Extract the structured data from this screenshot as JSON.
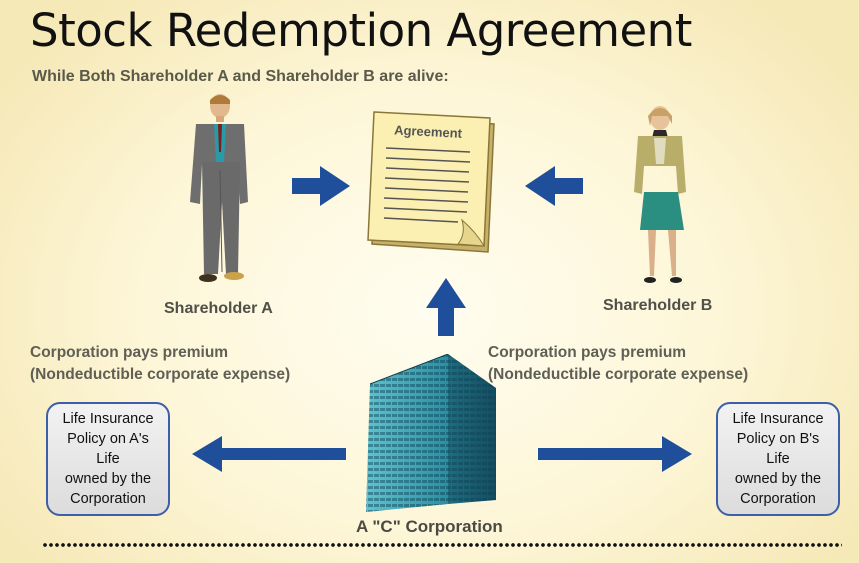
{
  "title": "Stock Redemption Agreement",
  "subtitle": "While Both Shareholder A and Shareholder B are alive:",
  "agreement_label": "Agreement",
  "shareholder_a": "Shareholder A",
  "shareholder_b": "Shareholder B",
  "premium_left": {
    "line1": "Corporation pays premium",
    "line2": "(Nondeductible corporate expense)"
  },
  "premium_right": {
    "line1": "Corporation pays premium",
    "line2": "(Nondeductible corporate expense)"
  },
  "policy_a": [
    "Life Insurance",
    "Policy on A's Life",
    "owned by the",
    "Corporation"
  ],
  "policy_b": [
    "Life Insurance",
    "Policy on B's Life",
    "owned by the",
    "Corporation"
  ],
  "corporation_label": "A \"C\" Corporation",
  "colors": {
    "arrow": "#1f4f9a",
    "box_border": "#3d5fa8",
    "building": "#2a8fa0"
  }
}
